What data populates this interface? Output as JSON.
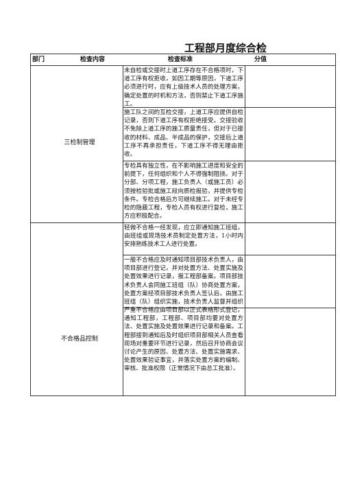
{
  "title": "工程部月度综合检",
  "headers": {
    "department": "部门",
    "content": "检查内容",
    "standard": "检查标准",
    "score": "分值"
  },
  "sections": [
    {
      "category": "三检制管理",
      "items": [
        "未自检或交接时上道工序存在不合格项时，下道工序有权拒收，如因工期等原因，下道工序必须进行时，应有上级技术人员的处理方案，确定处置的时机和方法，否则禁止下道工序施工。",
        "施工队之间的互检交接，上道工序应提供自检记录，否则下道工序有权拒绝接受。交接验收不免除上道工序的施工质量责任，但对于已接收的材料、成品、半成品的保护，交接后上道工序不再承担责任，下道工序不得无理由拒收。",
        "专检具有独立性，在不影响施工进度和安全的前提下，任何组织和个人不得强制阻挠。对于分部、分项工程，施工负责人（或施工员）必须按检验批或施工段向质检报验，并提供专检条件。专检合格后方可继续施工。对于未经专检的隐蔽工程，专检人员有权进行复检，施工方应积极配合。"
      ]
    },
    {
      "category": "不合格品控制",
      "items": [
        "轻微不合格一经发现，应立即通知施工班组，由班组或现场技术员制定处置方法，1小时内安排熟练技术工人进行处置。",
        "一般不合格应及时通知项目部技术负责人，由项目部进行登记，并对处置方法、处置实施及处置效果进行记录，报工程部备案。项目部技术负责人会同施工班组（队）协商处置方案，处置方案经项目部技术负责人签认后，由施工班组（队）组织实施，技术负责人监督并组织对实施效果的检验。",
        "严重不合格应由项目部以正式表格形式登记，通知工程部，工程部、项目部均要对处置方法、处置实施及处置效果进行记录和备案。工程部接到通知后及时组织项目部相关人员查看现场对重要环节进行记录，然后召开协商会议讨论产生的原因、处置方法、处置实施需求、处置效果验证事宜，并落实处置方案的编制、审核、批准权限（正常情况下由总工批准）。"
      ]
    }
  ]
}
